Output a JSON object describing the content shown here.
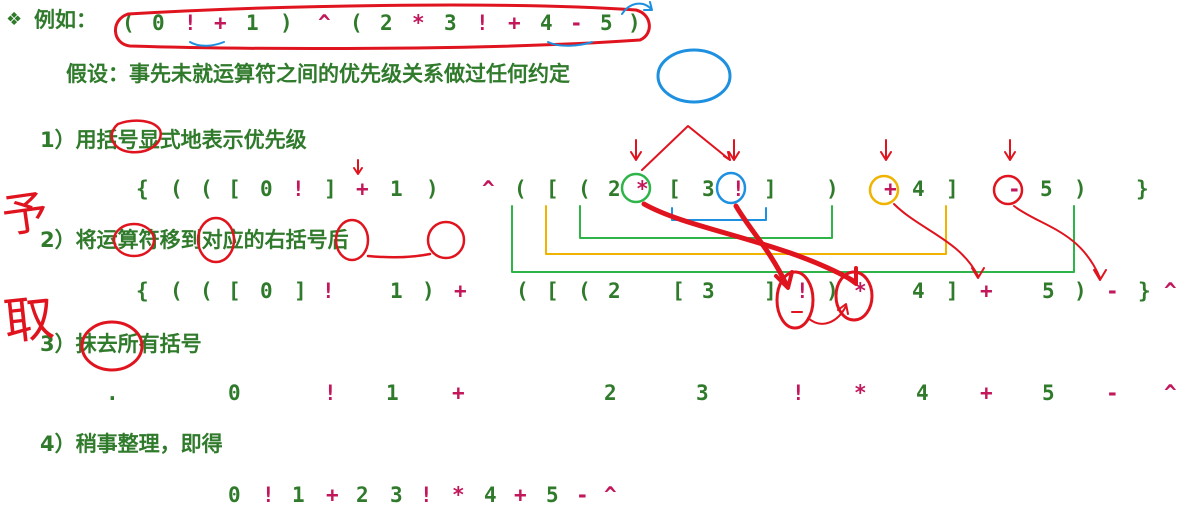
{
  "bullet": "❖",
  "example": {
    "label": "例如：",
    "tokens": [
      "(",
      "0",
      "!",
      "+",
      "1",
      ")",
      "^",
      "(",
      "2",
      "*",
      "3",
      "!",
      "+",
      "4",
      "-",
      "5",
      ")"
    ]
  },
  "assumption": "假设：事先未就运算符之间的优先级关系做过任何约定",
  "steps": [
    {
      "title": "1）用括号显式地表示优先级",
      "tokens": [
        "{",
        "(",
        "(",
        "[",
        "0",
        "!",
        "]",
        "+",
        "1",
        ")",
        "^",
        "(",
        "[",
        "(",
        "2",
        "*",
        "[",
        "3",
        "!",
        "]",
        ")",
        "+",
        "4",
        "]",
        "-",
        "5",
        ")",
        "}"
      ]
    },
    {
      "title": "2）将运算符移到对应的右括号后",
      "tokens": [
        "{",
        "(",
        "(",
        "[",
        "0",
        "]",
        "!",
        "1",
        ")",
        "+",
        "(",
        "[",
        "(",
        "2",
        "[",
        "3",
        "]",
        "!",
        ")",
        "*",
        "4",
        "]",
        "+",
        "5",
        ")",
        "-",
        "}",
        "^"
      ]
    },
    {
      "title": "3）抹去所有括号",
      "tokens": [
        ".",
        "0",
        "!",
        "1",
        "+",
        "2",
        "3",
        "!",
        "*",
        "4",
        "+",
        "5",
        "-",
        "^"
      ]
    },
    {
      "title": "4）稍事整理，即得",
      "tokens": [
        "0",
        "!",
        "1",
        "+",
        "2",
        "3",
        "!",
        "*",
        "4",
        "+",
        "5",
        "-",
        "^"
      ]
    }
  ],
  "handwriting": {
    "left_top": "予",
    "left_bottom": "取"
  },
  "colors": {
    "text": "#2f7a2b",
    "operator": "#c2185b",
    "ink_red": "#e0141e",
    "ink_blue": "#1e90e0",
    "ink_green": "#2fb44a",
    "ink_yellow": "#f0b400"
  }
}
